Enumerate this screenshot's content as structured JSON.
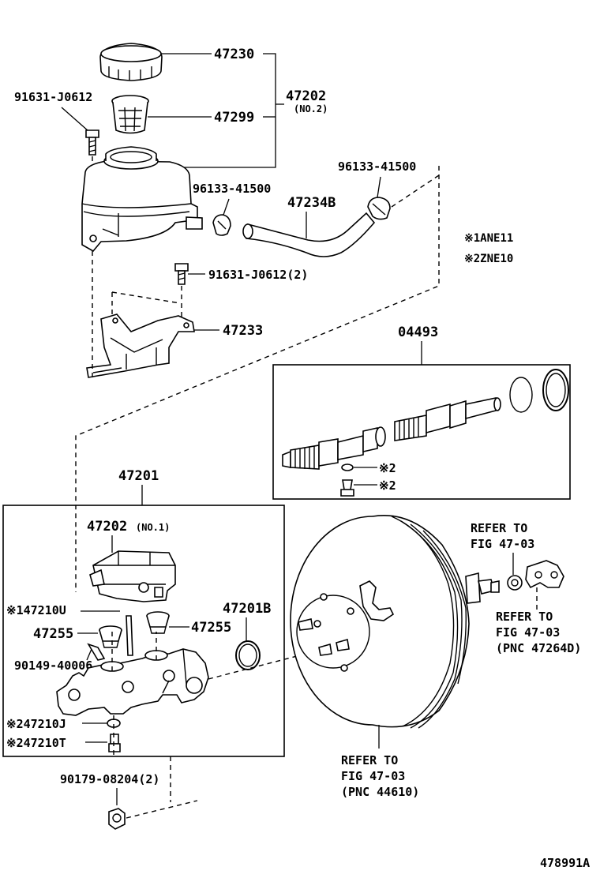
{
  "labels": {
    "p47230": "47230",
    "p47202": "47202",
    "p47202_no2": "(NO.2)",
    "p91631_top": "91631-J0612",
    "p47299": "47299",
    "p96133_right": "96133-41500",
    "p96133_left": "96133-41500",
    "p47234b": "47234B",
    "note1": "※1ANE11",
    "note2": "※2ZNE10",
    "p91631_2": "91631-J0612(2)",
    "p47233": "47233",
    "p04493": "04493",
    "kit_mark1": "※2",
    "kit_mark2": "※2",
    "p47201": "47201",
    "p47202_no1": "47202",
    "p47202_no1_sub": "(NO.1)",
    "p147210u": "※147210U",
    "p47201b": "47201B",
    "p47255_left": "47255",
    "p47255_right": "47255",
    "p90149": "90149-40006",
    "p247210j": "※247210J",
    "p247210t": "※247210T",
    "p90179": "90179-08204(2)",
    "ref1_a": "REFER TO",
    "ref1_b": "FIG 47-03",
    "ref2_a": "REFER TO",
    "ref2_b": "FIG 47-03",
    "ref2_c": "(PNC 47264D)",
    "ref3_a": "REFER TO",
    "ref3_b": "FIG 47-03",
    "ref3_c": "(PNC 44610)",
    "figure_id": "478991A"
  }
}
